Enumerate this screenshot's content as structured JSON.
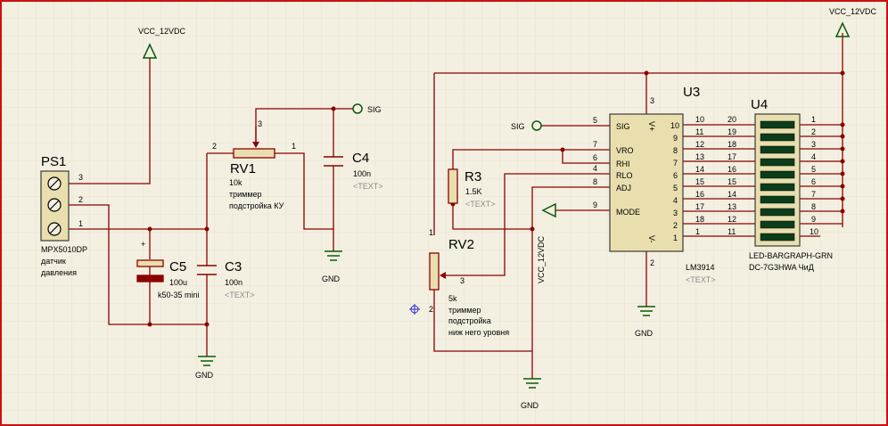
{
  "canvas": {
    "background": "#f3f0e1",
    "grid_color": "#e1d6c3",
    "border_color": "#cc1010",
    "wire_color": "#8b0000"
  },
  "power_labels": {
    "vcc_left": "VCC_12VDC",
    "vcc_right": "VCC_12VDC",
    "vcc_mode": "VCC_12VDC"
  },
  "ground_labels": {
    "gnd_c4": "GND",
    "gnd_c5": "GND",
    "gnd_rv2": "GND",
    "gnd_u3": "GND"
  },
  "terminals": {
    "sig_top": "SIG",
    "sig_u3": "SIG"
  },
  "text_placeholder": "<TEXT>",
  "ps1": {
    "ref": "PS1",
    "part": "MPX5010DP",
    "desc_line1": "датчик",
    "desc_line2": "давления",
    "pins": [
      "3",
      "2",
      "1"
    ]
  },
  "rv1": {
    "ref": "RV1",
    "value": "10k",
    "desc_line1": "триммер",
    "desc_line2": "подстройка КУ",
    "pins": [
      "2",
      "1",
      "3"
    ]
  },
  "c4": {
    "ref": "C4",
    "value": "100n"
  },
  "c5": {
    "ref": "C5",
    "value": "100u",
    "desc": "k50-35 mini",
    "plus": "+"
  },
  "c3": {
    "ref": "C3",
    "value": "100n"
  },
  "r3": {
    "ref": "R3",
    "value": "1.5K"
  },
  "rv2": {
    "ref": "RV2",
    "value": "5k",
    "desc_line1": "триммер",
    "desc_line2": "подстройка",
    "desc_line3": "ниж него уровня",
    "pins": [
      "1",
      "3",
      "2"
    ]
  },
  "u3": {
    "ref": "U3",
    "part": "LM3914",
    "left_pins": [
      {
        "num": "5",
        "name": "SIG"
      },
      {
        "num": "7",
        "name": "VRO"
      },
      {
        "num": "6",
        "name": "RHI"
      },
      {
        "num": "4",
        "name": "RLO"
      },
      {
        "num": "8",
        "name": "ADJ"
      },
      {
        "num": "9",
        "name": "MODE"
      }
    ],
    "top_pin": {
      "num": "3",
      "name": "V+"
    },
    "bottom_pin": {
      "num": "2",
      "name": "V-"
    },
    "right_pins": [
      "10",
      "11",
      "12",
      "13",
      "14",
      "15",
      "16",
      "17",
      "18",
      "1"
    ],
    "right_pin_labels": [
      "10",
      "9",
      "8",
      "7",
      "6",
      "5",
      "4",
      "3",
      "2",
      "1"
    ]
  },
  "u4": {
    "ref": "U4",
    "part_line1": "LED-BARGRAPH-GRN",
    "part_line2": "DC-7G3HWA ЧиД",
    "left_pins": [
      "20",
      "19",
      "18",
      "17",
      "16",
      "15",
      "14",
      "13",
      "12",
      "11"
    ],
    "right_pins": [
      "1",
      "2",
      "3",
      "4",
      "5",
      "6",
      "7",
      "8",
      "9",
      "10"
    ],
    "segment_color": "#0b3d1a"
  }
}
